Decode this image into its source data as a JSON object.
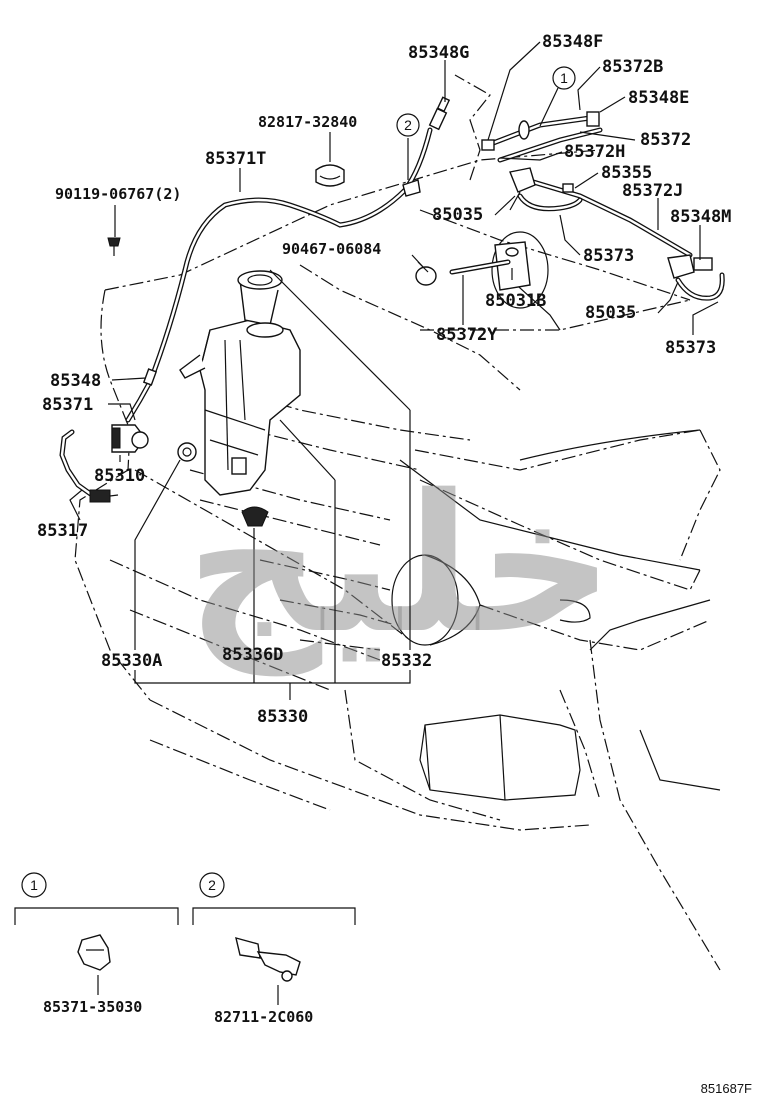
{
  "watermark": "خلیج",
  "drawing_code": "851687F",
  "callouts": {
    "c1": "1",
    "c2": "2"
  },
  "labels": {
    "p85348G": "85348G",
    "p85348F": "85348F",
    "p85372B": "85372B",
    "p85348E": "85348E",
    "p82817": "82817-32840",
    "p85372": "85372",
    "p85372H": "85372H",
    "p85371T": "85371T",
    "p85355": "85355",
    "p85372J": "85372J",
    "p90119": "90119-06767(2)",
    "p85035a": "85035",
    "p85348M": "85348M",
    "p90467": "90467-06084",
    "p85373a": "85373",
    "p85031B": "85031B",
    "p85035b": "85035",
    "p85372Y": "85372Y",
    "p85373b": "85373",
    "p85348": "85348",
    "p85371": "85371",
    "p85310": "85310",
    "p85317": "85317",
    "p85330A": "85330A",
    "p85336D": "85336D",
    "p85332": "85332",
    "p85330": "85330"
  },
  "insets": {
    "inset1_num": "1",
    "inset1_part": "85371-35030",
    "inset2_num": "2",
    "inset2_part": "82711-2C060"
  }
}
